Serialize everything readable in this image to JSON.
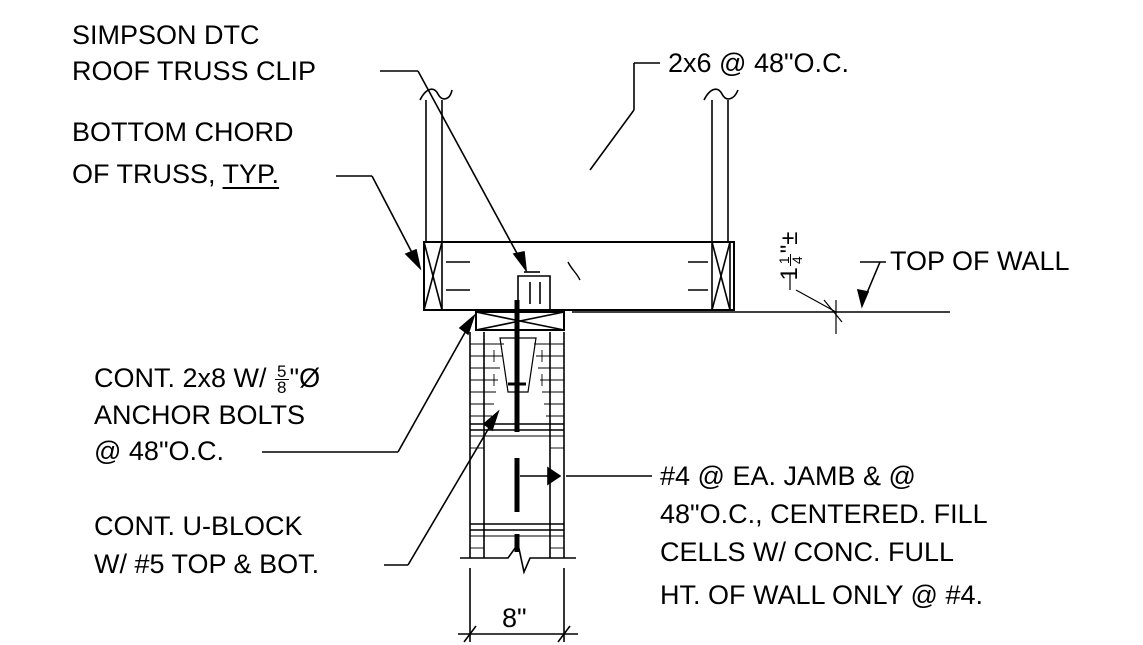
{
  "labels": {
    "clip_line1": "SIMPSON DTC",
    "clip_line2": "ROOF TRUSS CLIP",
    "chord_line1": "BOTTOM CHORD",
    "chord_line2a": "OF TRUSS, ",
    "chord_line2b": "TYP.",
    "rafter": "2x6 @ 48\"O.C.",
    "top_of_wall": "TOP OF WALL",
    "plate_line1a": "CONT. 2x8 W/ ",
    "plate_frac_num": "5",
    "plate_frac_den": "8",
    "plate_line1b": "\"Ø",
    "plate_line2": "ANCHOR BOLTS",
    "plate_line3": "@ 48\"O.C.",
    "ublock_line1": "CONT. U-BLOCK",
    "ublock_line2": "W/ #5 TOP & BOT.",
    "rebar_line1": "#4 @ EA. JAMB & @",
    "rebar_line2": "48\"O.C., CENTERED. FILL",
    "rebar_line3": "CELLS W/ CONC. FULL",
    "rebar_line4": "HT. OF WALL ONLY @ #4.",
    "wall_width": "8\"",
    "dim_whole": "1",
    "dim_num": "1",
    "dim_den": "4",
    "dim_suffix": "\"±"
  }
}
